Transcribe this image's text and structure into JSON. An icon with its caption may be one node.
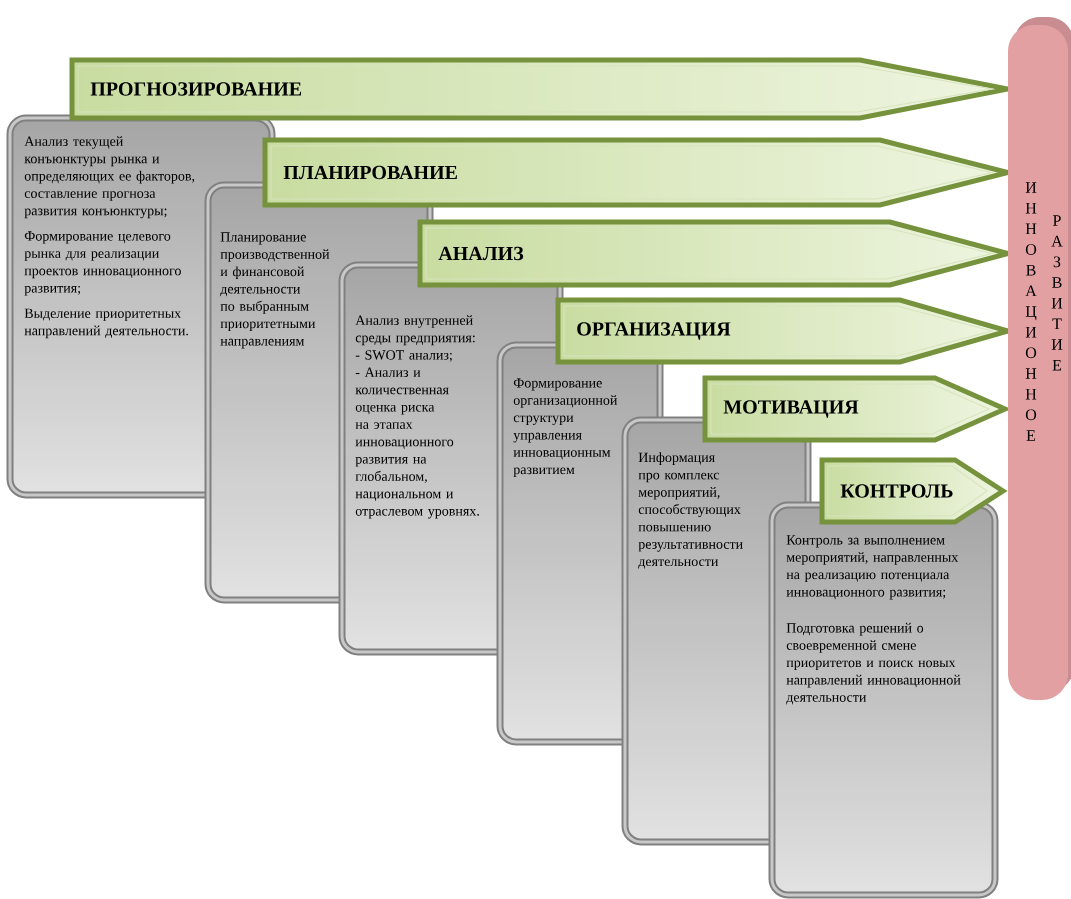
{
  "diagram": {
    "nodes": [
      {
        "text": [
          "ПРОГНОЗИРОВАНИЕ"
        ]
      },
      {
        "text": [
          "Анализ текущей конъюнктуры рынка и определяющих ее факторов, составление прогноза развития конъюнктуры;",
          "Формирование целевого рынка для реализации проектов инновационного развития;",
          "Выделение приоритетных направлений деятельности."
        ]
      },
      {
        "text": [
          "ПЛАНИРОВАНИЕ"
        ]
      },
      {
        "text": [
          "Планирование производственной и финансовой деятельности по выбранным приоритетными направлениям"
        ]
      },
      {
        "text": [
          "АНАЛИЗ"
        ]
      },
      {
        "text": [
          "Анализ внутренней среды предприятия:",
          "- SWOT анализ;",
          "- Анализ и количественная оценка риска на этапах инновационного развития на глобальном, национальном и отраслевом уровнях."
        ]
      },
      {
        "text": [
          "ОРГАНИЗАЦИЯ"
        ]
      },
      {
        "text": [
          "Формирование организационной структури управления инновационным развитием"
        ]
      },
      {
        "text": [
          "МОТИВАЦИЯ"
        ]
      },
      {
        "text": [
          "Информация про комплекс мероприятий, способствующих повышению результативности деятельности"
        ]
      },
      {
        "text": [
          "КОНТРОЛЬ"
        ]
      },
      {
        "text": [
          "Контроль за выполнением мероприятий, направленных на реализацию потенциала инновационного развития;",
          "Подготовка решений о своевременной смене приоритетов и поиск новых направлений инновационной деятельности"
        ]
      },
      {
        "text": [
          "ИННОВАЦИОННОЕ",
          "РАЗВИТИЕ"
        ]
      }
    ]
  }
}
